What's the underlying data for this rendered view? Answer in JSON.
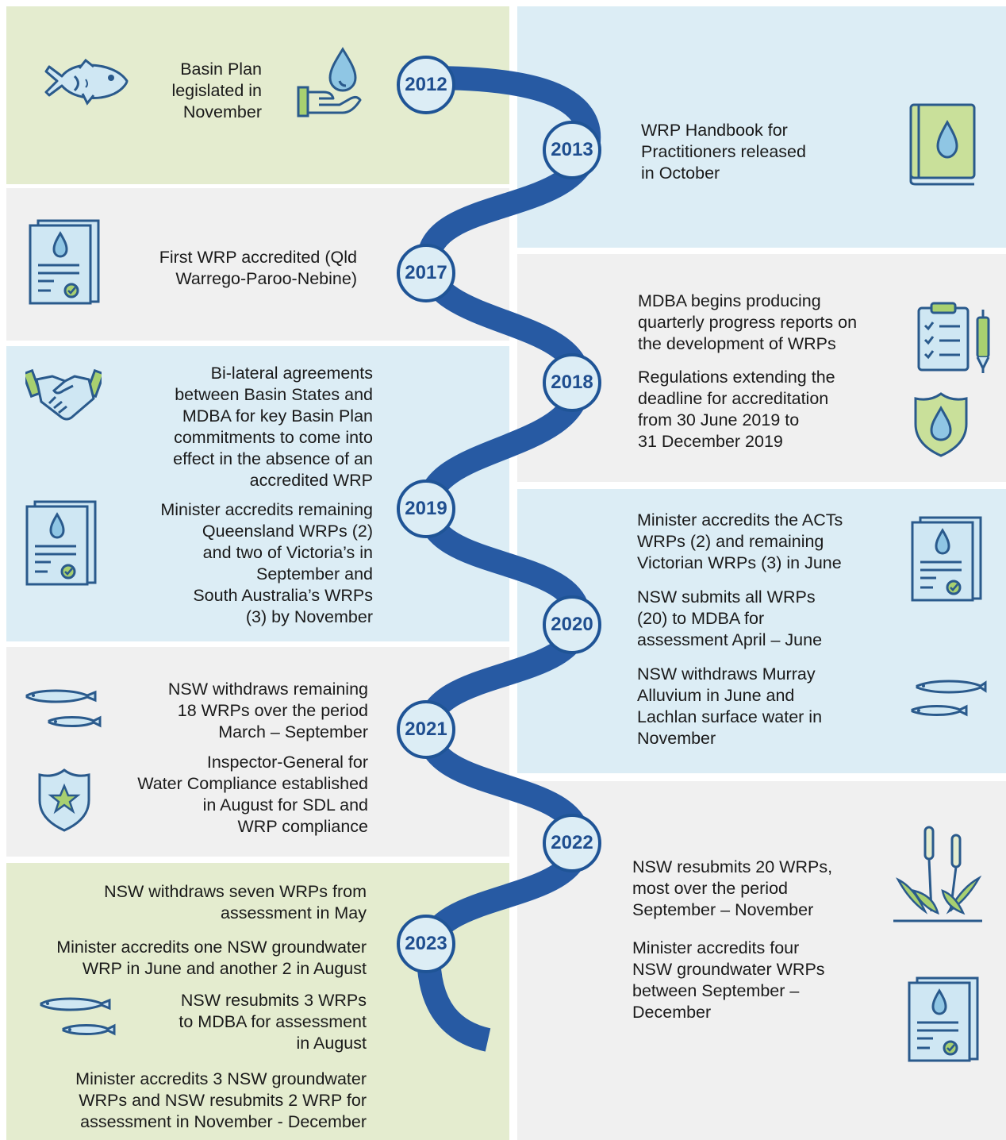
{
  "colors": {
    "green_panel": "#e4eccf",
    "blue_panel": "#dcedf5",
    "grey_panel": "#f0f0f0",
    "river": "#275aa3",
    "year_border": "#1f5496"
  },
  "years": [
    "2012",
    "2013",
    "2017",
    "2018",
    "2019",
    "2020",
    "2021",
    "2022",
    "2023"
  ],
  "events": {
    "e2012": [
      "Basin Plan",
      "legislated in",
      "November"
    ],
    "e2013": [
      "WRP Handbook for",
      "Practitioners released",
      "in October"
    ],
    "e2017": [
      "First WRP accredited (Qld",
      "Warrego-Paroo-Nebine)"
    ],
    "e2018a": [
      "MDBA begins producing",
      "quarterly progress reports on",
      "the development of WRPs"
    ],
    "e2018b": [
      "Regulations extending the",
      "deadline for accreditation",
      "from 30 June 2019 to",
      "31 December 2019"
    ],
    "e2019a": [
      "Bi-lateral agreements",
      "between Basin States and",
      "MDBA for key Basin Plan",
      "commitments to come into",
      "effect in the absence of an",
      "accredited WRP"
    ],
    "e2019b": [
      "Minister accredits remaining",
      "Queensland WRPs (2)",
      "and two of Victoria’s in",
      "September and",
      "South Australia’s WRPs",
      "(3) by November"
    ],
    "e2020a": [
      "Minister accredits the ACTs",
      "WRPs (2) and remaining",
      "Victorian WRPs (3) in June"
    ],
    "e2020b": [
      "NSW submits all WRPs",
      "(20) to MDBA for",
      "assessment April – June"
    ],
    "e2020c": [
      "NSW withdraws Murray",
      "Alluvium in June and",
      "Lachlan surface water in",
      "November"
    ],
    "e2021a": [
      "NSW withdraws remaining",
      "18 WRPs over the period",
      "March – September"
    ],
    "e2021b": [
      "Inspector-General for",
      "Water Compliance established",
      "in August for SDL and",
      "WRP compliance"
    ],
    "e2022a": [
      "NSW resubmits 20 WRPs,",
      "most over the period",
      "September – November"
    ],
    "e2022b": [
      "Minister accredits four",
      "NSW groundwater WRPs",
      "between September –",
      "December"
    ],
    "e2023a": [
      "NSW withdraws seven WRPs from",
      "assessment in May"
    ],
    "e2023b": [
      "Minister accredits one NSW groundwater",
      "WRP in June and another 2 in August"
    ],
    "e2023c": [
      "NSW resubmits 3 WRPs",
      "to MDBA for assessment",
      "in August"
    ],
    "e2023d": [
      "Minister accredits 3 NSW groundwater",
      "WRPs and NSW resubmits 2 WRP for",
      "assessment in November - December"
    ]
  },
  "icons": [
    "fish-icon",
    "hand-water-drop-icon",
    "handbook-icon",
    "document-check-icon",
    "clipboard-checklist-icon",
    "pen-icon",
    "shield-water-drop-icon",
    "handshake-icon",
    "small-fish-icon",
    "shield-star-icon",
    "reeds-icon"
  ]
}
